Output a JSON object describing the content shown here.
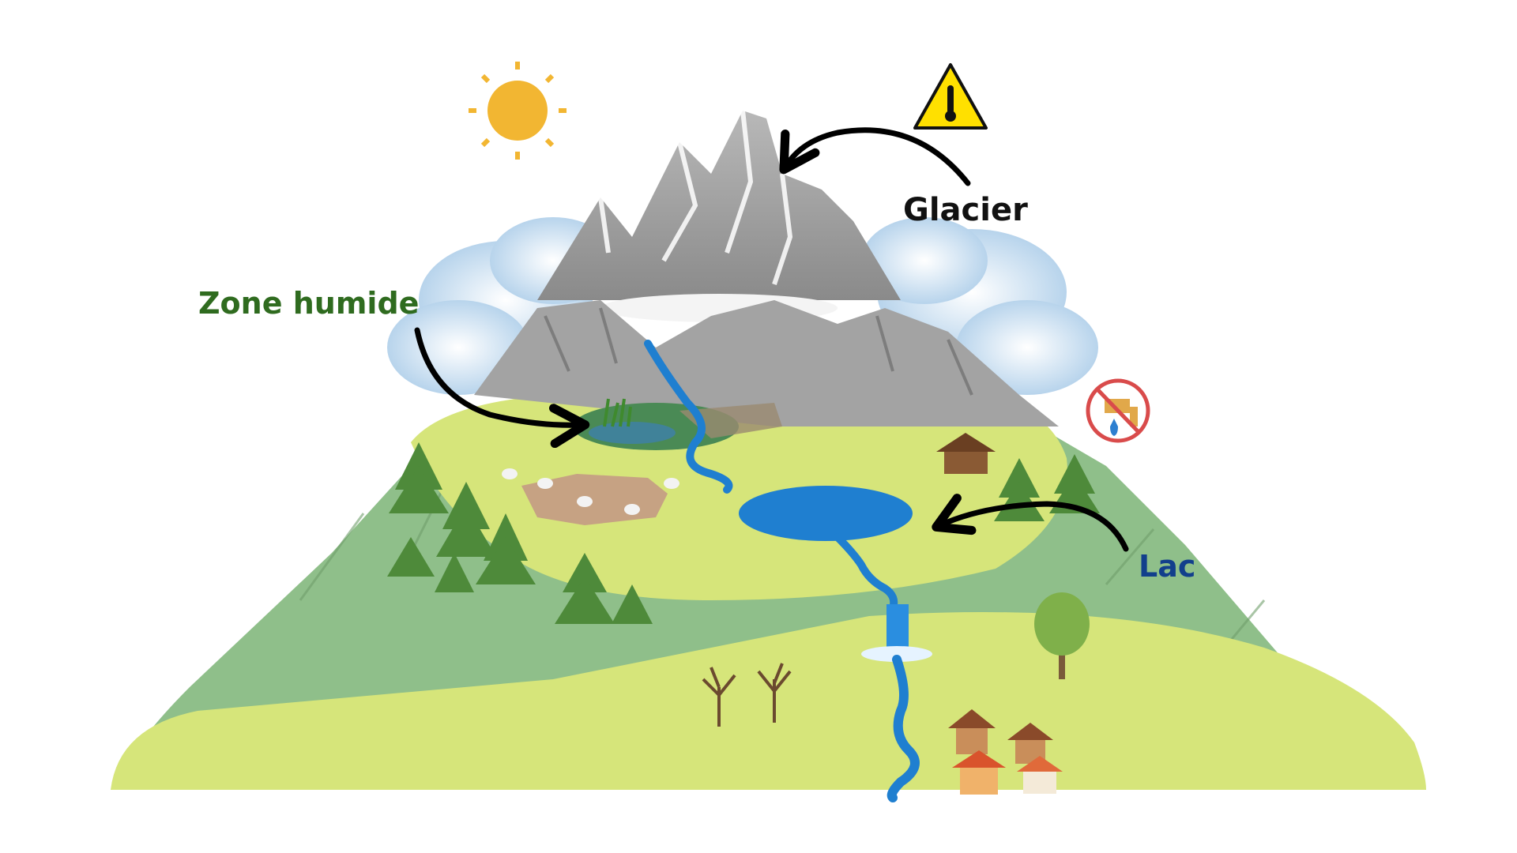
{
  "labels": {
    "glacier": "Glacier",
    "zone_humide": "Zone humide",
    "lac": "Lac"
  },
  "colors": {
    "glacier_label": "#111111",
    "zone_humide_label": "#2f6b1f",
    "lac_label": "#123f8c",
    "meadow": "#d6e57a",
    "slope": "#8fbf8a",
    "water": "#1f7fd0",
    "rock": "#9c9c9c",
    "sun": "#f2b632",
    "warning": "#ffe000",
    "forbidden": "#d94b4b"
  },
  "icons": {
    "sun": "sun-icon",
    "warning": "warning-thermometer-icon",
    "no_water": "no-water-tap-icon"
  }
}
